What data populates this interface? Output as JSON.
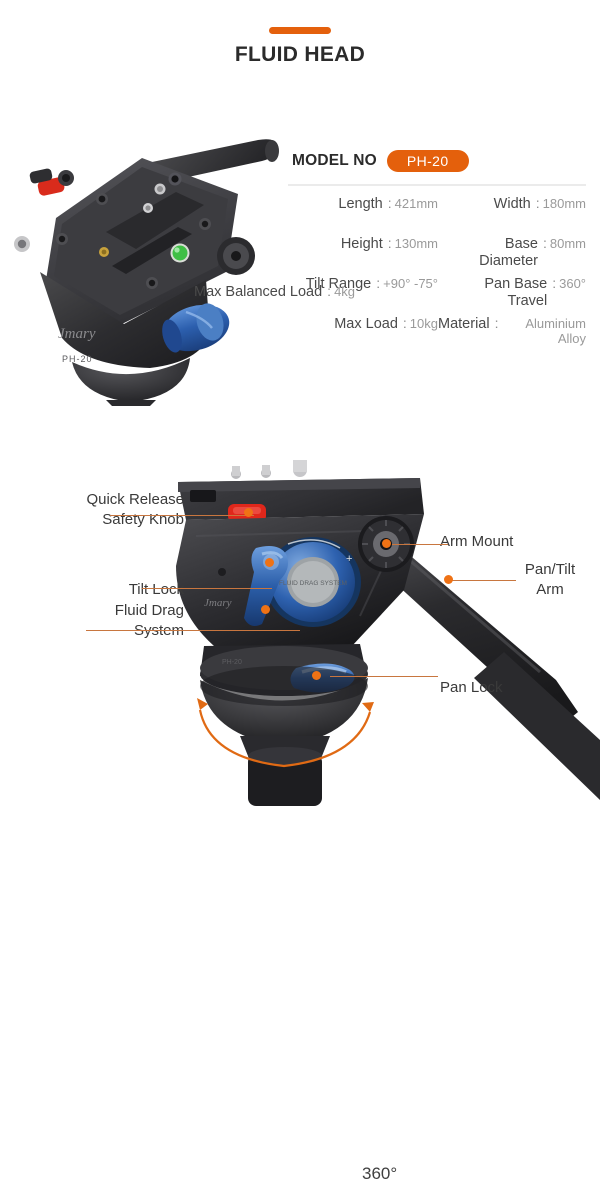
{
  "header": {
    "title": "FLUID HEAD",
    "accent_color": "#e4600c"
  },
  "spec": {
    "model_label": "MODEL NO",
    "model_value": "PH-20",
    "separator": ":",
    "rows": [
      {
        "label": "Length",
        "value": "421mm"
      },
      {
        "label": "Width",
        "value": "180mm"
      },
      {
        "label": "Height",
        "value": "130mm"
      },
      {
        "label": "Base\nDiameter",
        "value": "80mm"
      },
      {
        "label": "Tilt Range",
        "value": "+90° -75°"
      },
      {
        "label": "Pan Base\nTravel",
        "value": "360°"
      },
      {
        "label": "Max Load",
        "value": "10kg"
      },
      {
        "label": "Max Balanced Load",
        "value": "4kg"
      },
      {
        "label": "Material",
        "value": "Aluminium Alloy"
      }
    ]
  },
  "product": {
    "brand": "Jmary",
    "model_marking": "PH-20",
    "drag_dial_text": "FLUID DRAG SYSTEM"
  },
  "diagram": {
    "callouts": [
      {
        "name": "quick-release-safety-knob",
        "text": "Quick Release\nSafety Knob"
      },
      {
        "name": "tilt-lock",
        "text": "Tilt Lock"
      },
      {
        "name": "fluid-drag-system",
        "text": "Fluid Drag\n System"
      },
      {
        "name": "arm-mount",
        "text": "Arm Mount"
      },
      {
        "name": "pan-tilt-arm",
        "text": "Pan/Tilt\nArm"
      },
      {
        "name": "pan-lock",
        "text": "Pan Lock"
      }
    ],
    "rotation_label": "360°",
    "leader_color": "#c8763f",
    "marker_color": "#ef7215"
  }
}
